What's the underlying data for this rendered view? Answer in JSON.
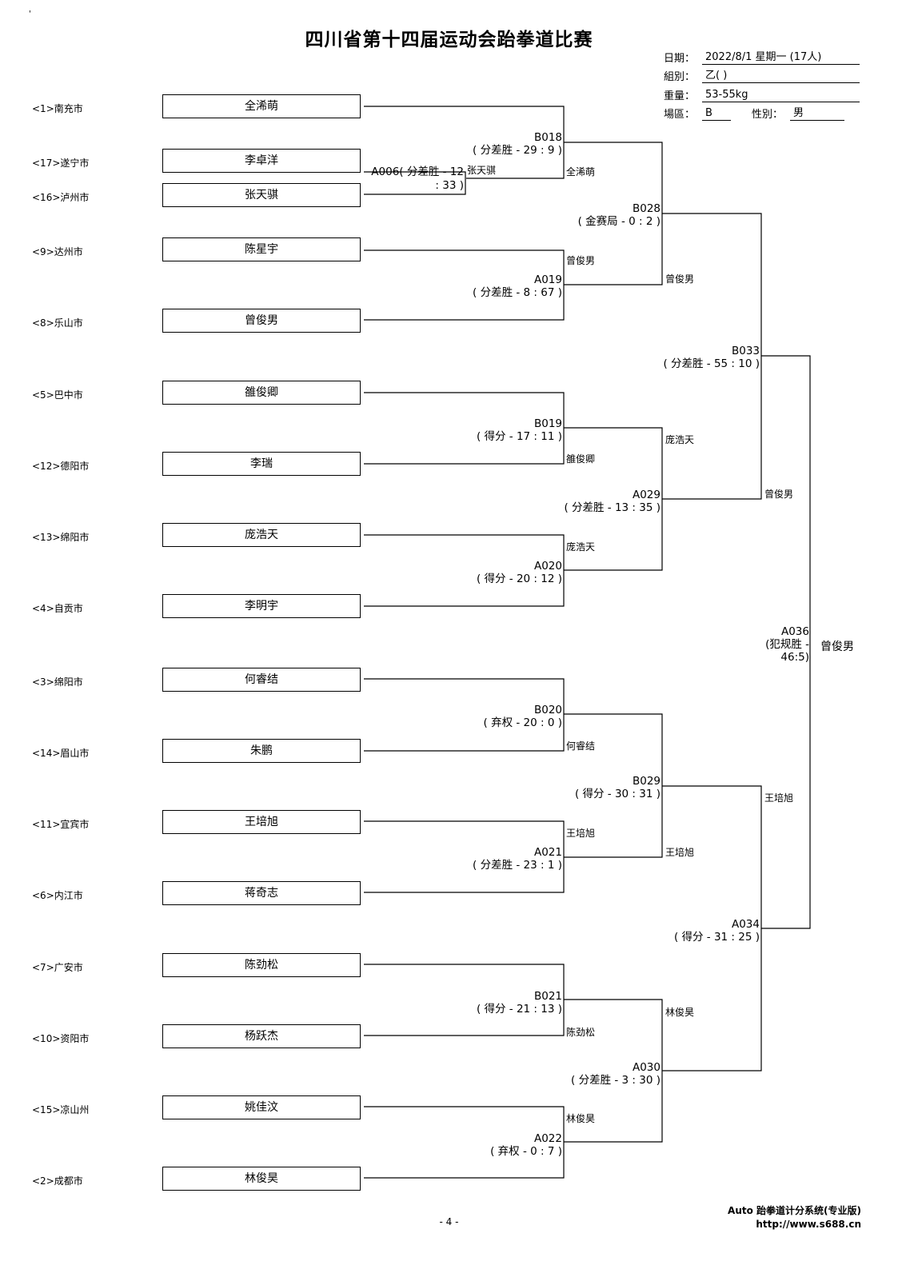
{
  "header": {
    "mark": "'",
    "title": "四川省第十四届运动会跆拳道比赛",
    "date_label": "日期：",
    "date_value": "2022/8/1 星期一 (17人)",
    "group_label": "組別：",
    "group_value": "乙( )",
    "weight_label": "重量：",
    "weight_value": "53-55kg",
    "area_label": "場區：",
    "area_value": "B",
    "gender_label": "性別：",
    "gender_value": "男"
  },
  "players": [
    {
      "seed": "<1>南充市",
      "name": "全浠萌"
    },
    {
      "seed": "<17>遂宁市",
      "name": "李卓洋"
    },
    {
      "seed": "<16>泸州市",
      "name": "张天骐"
    },
    {
      "seed": "<9>达州市",
      "name": "陈星宇"
    },
    {
      "seed": "<8>乐山市",
      "name": "曾俊男"
    },
    {
      "seed": "<5>巴中市",
      "name": "雒俊卿"
    },
    {
      "seed": "<12>德阳市",
      "name": "李瑞"
    },
    {
      "seed": "<13>绵阳市",
      "name": "庞浩天"
    },
    {
      "seed": "<4>自贡市",
      "name": "李明宇"
    },
    {
      "seed": "<3>绵阳市",
      "name": "何睿结"
    },
    {
      "seed": "<14>眉山市",
      "name": "朱鹏"
    },
    {
      "seed": "<11>宜宾市",
      "name": "王培旭"
    },
    {
      "seed": "<6>内江市",
      "name": "蒋奇志"
    },
    {
      "seed": "<7>广安市",
      "name": "陈劲松"
    },
    {
      "seed": "<10>资阳市",
      "name": "杨跃杰"
    },
    {
      "seed": "<15>凉山州",
      "name": "姚佳汶"
    },
    {
      "seed": "<2>成都市",
      "name": "林俊昊"
    }
  ],
  "matches": {
    "A006": {
      "line1": "A006( 分差胜 - 12",
      "line2": ": 33 )",
      "winner": "张天骐"
    },
    "B018": {
      "code": "B018",
      "result": "( 分差胜 - 29 : 9 )",
      "winner": "全浠萌"
    },
    "A019": {
      "code": "A019",
      "result": "( 分差胜 - 8 : 67 )",
      "winner_top": "曾俊男"
    },
    "B019": {
      "code": "B019",
      "result": "( 得分 - 17 : 11 )",
      "winner": "雒俊卿"
    },
    "A020": {
      "code": "A020",
      "result": "( 得分 - 20 : 12 )",
      "winner_top": "庞浩天"
    },
    "B020": {
      "code": "B020",
      "result": "( 弃权 - 20 : 0 )",
      "winner": "何睿结"
    },
    "A021": {
      "code": "A021",
      "result": "( 分差胜 - 23 : 1 )",
      "winner_top": "王培旭"
    },
    "B021": {
      "code": "B021",
      "result": "( 得分 - 21 : 13 )",
      "winner": "陈劲松"
    },
    "A022": {
      "code": "A022",
      "result": "( 弃权 - 0 : 7 )",
      "winner_top": "林俊昊"
    },
    "B028": {
      "code": "B028",
      "result": "( 金赛局 - 0 : 2 )",
      "winner": "曾俊男"
    },
    "A029": {
      "code": "A029",
      "result": "( 分差胜 - 13 : 35 )",
      "winner_top": "庞浩天"
    },
    "B029": {
      "code": "B029",
      "result": "( 得分 - 30 : 31 )",
      "winner": "王培旭"
    },
    "A030": {
      "code": "A030",
      "result": "( 分差胜 - 3 : 30 )",
      "winner_top": "林俊昊"
    },
    "B033": {
      "code": "B033",
      "result": "( 分差胜 - 55 : 10 )",
      "winner": "曾俊男"
    },
    "A034": {
      "code": "A034",
      "result": "( 得分 - 31 : 25 )",
      "winner_top": "王培旭"
    },
    "A036": {
      "code": "A036",
      "line2": "(犯规胜 -",
      "line3": "46:5)",
      "champion": "曾俊男"
    }
  },
  "footer": {
    "page": "- 4 -",
    "software": "Auto 跆拳道计分系统(专业版)",
    "url": "http://www.s688.cn"
  }
}
